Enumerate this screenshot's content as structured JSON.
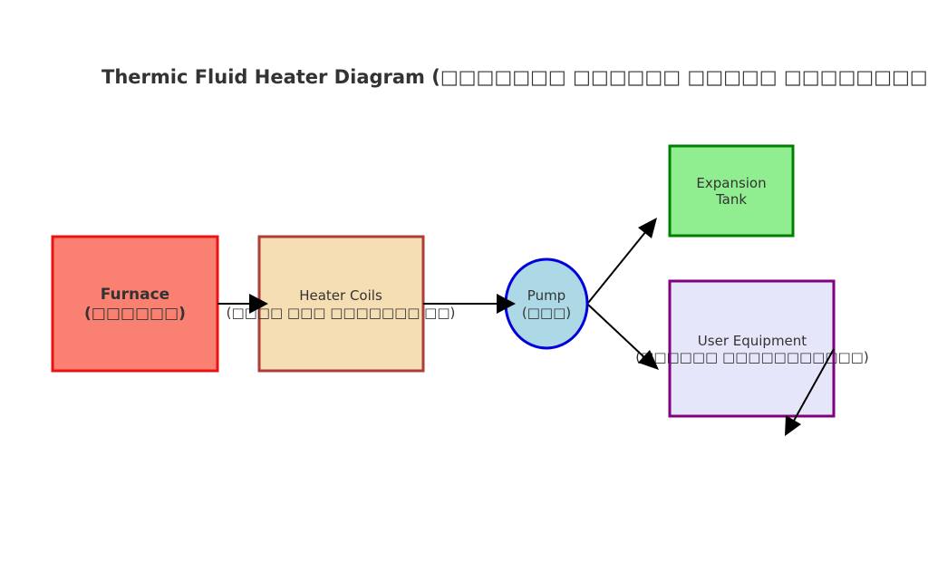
{
  "title": "Thermic Fluid Heater Diagram (□□□□□□□ □□□□□□ □□□□□ □□□□□□□□□□)",
  "nodes": {
    "furnace": {
      "line1": "Furnace",
      "line2": "(□□□□□□)",
      "fill": "#fa8072",
      "stroke": "#ee1111"
    },
    "heater_coils": {
      "line1": "Heater Coils",
      "line2": "(□□□□ □□□ □□□□□□□ □□)",
      "fill": "#f5deb3",
      "stroke": "#a52a2a"
    },
    "pump": {
      "line1": "Pump",
      "line2": "(□□□)",
      "fill": "#add8e6",
      "stroke": "#0000dd"
    },
    "expansion_tank": {
      "line1": "Expansion",
      "line2": "Tank",
      "fill": "#90ee90",
      "stroke": "#008000"
    },
    "user_equipment": {
      "line1": "User Equipment",
      "line2": "(□□□□□□ □□□□□□□□□□□)",
      "fill": "#e6e6fa",
      "stroke": "#800080"
    }
  },
  "edges": [
    {
      "from": "Furnace",
      "to": "Heater Coils"
    },
    {
      "from": "Heater Coils",
      "to": "Pump"
    },
    {
      "from": "Pump",
      "to": "Expansion Tank"
    },
    {
      "from": "Pump",
      "to": "User Equipment"
    },
    {
      "from": "User Equipment",
      "to": "return"
    }
  ]
}
